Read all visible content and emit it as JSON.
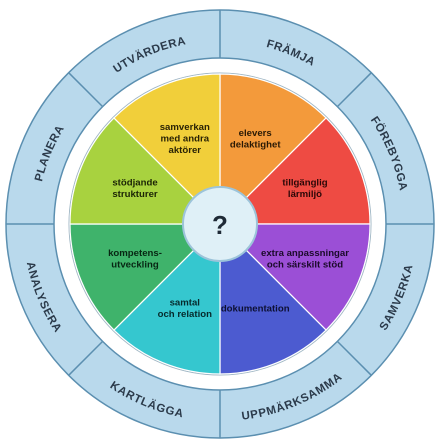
{
  "center": {
    "symbol": "?"
  },
  "sectors": [
    {
      "lines": [
        "elevers",
        "delaktighet"
      ],
      "color": "#f39a3b",
      "text_color": "#2a1a05"
    },
    {
      "lines": [
        "tillgänglig",
        "lärmiljö"
      ],
      "color": "#ee4b43",
      "text_color": "#2a0707"
    },
    {
      "lines": [
        "extra anpassningar",
        "och särskilt stöd"
      ],
      "color": "#9b4fd6",
      "text_color": "#1b0a2a"
    },
    {
      "lines": [
        "dokumentation"
      ],
      "color": "#4c5bd0",
      "text_color": "#0d1033"
    },
    {
      "lines": [
        "samtal",
        "och relation"
      ],
      "color": "#35c7cf",
      "text_color": "#062a2c"
    },
    {
      "lines": [
        "kompetens-",
        "utveckling"
      ],
      "color": "#3fb36b",
      "text_color": "#072613"
    },
    {
      "lines": [
        "stödjande",
        "strukturer"
      ],
      "color": "#a8d23f",
      "text_color": "#1b2405"
    },
    {
      "lines": [
        "samverkan",
        "med andra",
        "aktörer"
      ],
      "color": "#f1cf3a",
      "text_color": "#2a2305"
    }
  ],
  "outer_ring": [
    {
      "label": "FRÄMJA"
    },
    {
      "label": "FÖREBYGGA"
    },
    {
      "label": "SAMVERKA"
    },
    {
      "label": "UPPMÄRKSAMMA"
    },
    {
      "label": "KARTLÄGGA"
    },
    {
      "label": "ANALYSERA"
    },
    {
      "label": "PLANERA"
    },
    {
      "label": "UTVÄRDERA"
    }
  ],
  "colors": {
    "outer_ring": "#b9d9ec",
    "ring_border": "#5b8fb0",
    "white_band": "#ffffff",
    "center_fill": "#dff0f7",
    "center_stroke": "#9cc4da"
  }
}
